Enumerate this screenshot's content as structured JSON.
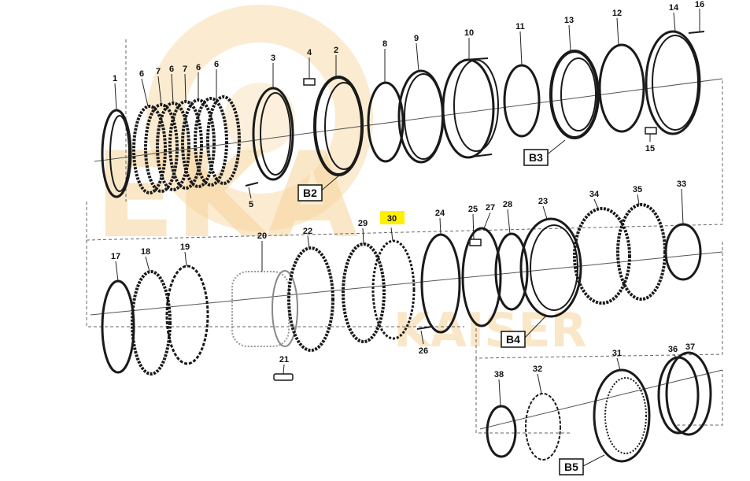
{
  "watermark": {
    "brand": "EKA",
    "sub": "KAISER",
    "color": "#f6d49a"
  },
  "highlight_color": "#ffef00",
  "highlighted_part": "30",
  "callouts": [
    "1",
    "2",
    "3",
    "4",
    "5",
    "6",
    "6",
    "6",
    "6",
    "7",
    "7",
    "8",
    "9",
    "10",
    "11",
    "12",
    "13",
    "14",
    "15",
    "16",
    "17",
    "18",
    "19",
    "20",
    "21",
    "22",
    "23",
    "24",
    "25",
    "26",
    "27",
    "28",
    "29",
    "30",
    "31",
    "32",
    "33",
    "34",
    "35",
    "36",
    "37",
    "38"
  ],
  "group_tags": [
    "B2",
    "B3",
    "B4",
    "B5"
  ]
}
